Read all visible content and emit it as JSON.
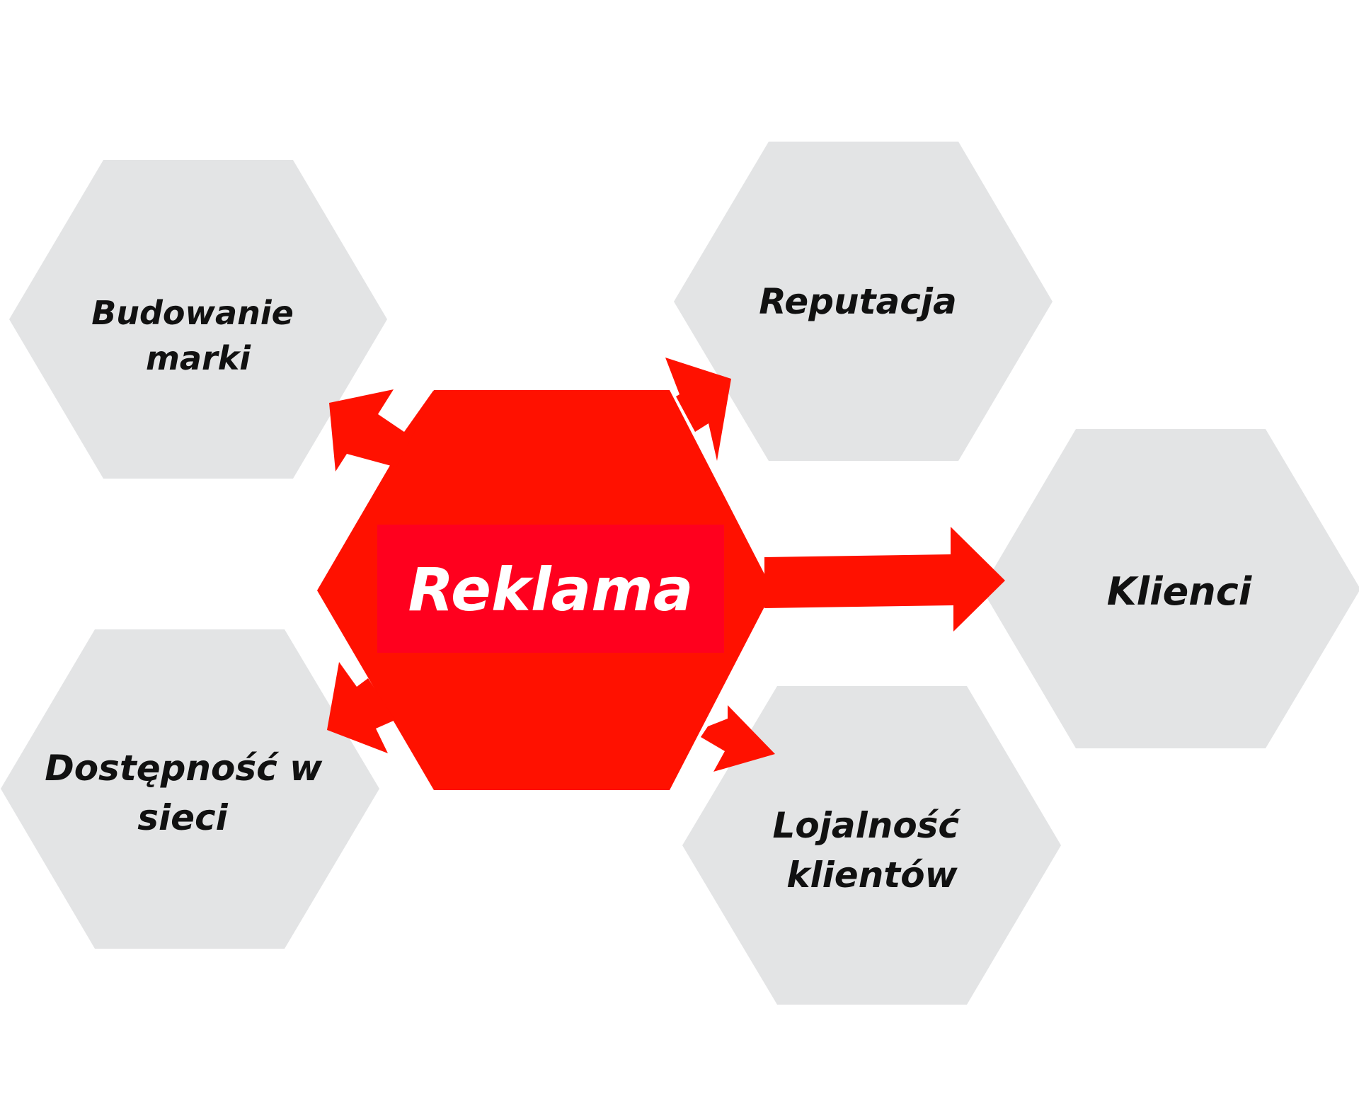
{
  "colors": {
    "hexagon_fill": "#e3e4e5",
    "center_fill": "#ff1100",
    "center_label_bg": "#ff001e",
    "arrow_fill": "#ff1100",
    "text": "#111111",
    "center_text": "#ffffff"
  },
  "center": {
    "label": "Reklama"
  },
  "nodes": [
    {
      "id": "budowanie-marki",
      "lines": [
        "Budowanie",
        "marki"
      ]
    },
    {
      "id": "reputacja",
      "lines": [
        "Reputacja"
      ]
    },
    {
      "id": "klienci",
      "lines": [
        "Klienci"
      ]
    },
    {
      "id": "dostepnosc-w-sieci",
      "lines": [
        "Dostępność w",
        "sieci"
      ]
    },
    {
      "id": "lojalnosc-klientow",
      "lines": [
        "Lojalność",
        "klientów"
      ]
    }
  ]
}
